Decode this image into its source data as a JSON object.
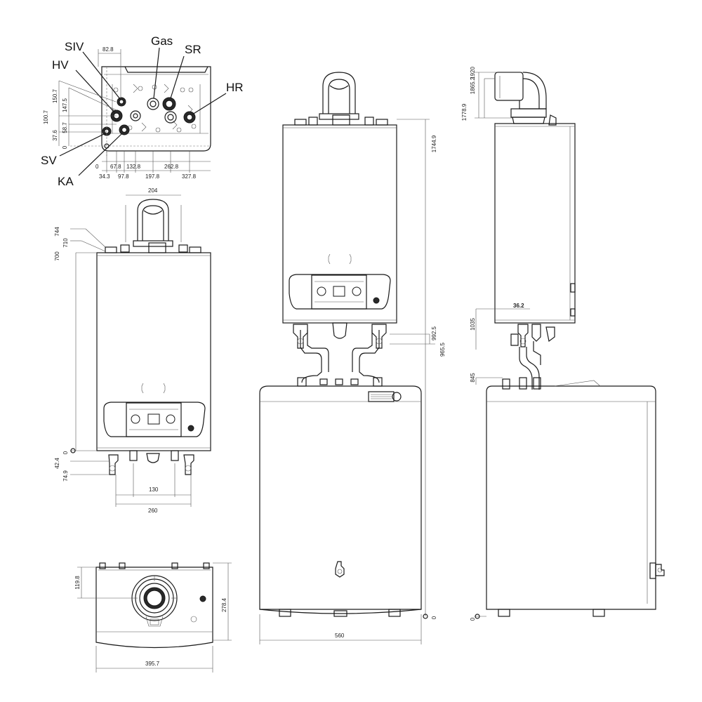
{
  "callouts": {
    "siv": "SIV",
    "hv": "HV",
    "gas": "Gas",
    "sr": "SR",
    "hr": "HR",
    "sv": "SV",
    "ka": "KA"
  },
  "bottom_view": {
    "dims": {
      "d82_8": "82.8",
      "d150_7": "150.7",
      "d147_5": "147.5",
      "d100_7": "100.7",
      "d58_7": "58.7",
      "d37_6": "37.6",
      "d0_v": "0",
      "d0_h": "0",
      "d34_3": "34.3",
      "d67_8": "67.8",
      "d97_8": "97.8",
      "d132_8": "132.8",
      "d197_8": "197.8",
      "d262_8": "262.8",
      "d327_8": "327.8"
    }
  },
  "front_view": {
    "dims": {
      "d204": "204",
      "d744": "744",
      "d710": "710",
      "d700": "700",
      "d0": "0",
      "d42_4": "42.4",
      "d74_9": "74.9",
      "d130": "130",
      "d260": "260"
    }
  },
  "top_view": {
    "dims": {
      "d119_8": "119.8",
      "d278_4": "278.4",
      "d395_7": "395.7"
    }
  },
  "combo_front": {
    "dims": {
      "d1744_9": "1744.9",
      "d992_5": "992.5",
      "d965_5": "965.5",
      "d0": "0",
      "d560": "560"
    }
  },
  "combo_side": {
    "dims": {
      "d1920": "1920",
      "d1865_2": "1865.2",
      "d1778_9": "1778.9",
      "d36_2": "36.2",
      "d1035": "1035",
      "d845": "845",
      "d0": "0"
    }
  }
}
